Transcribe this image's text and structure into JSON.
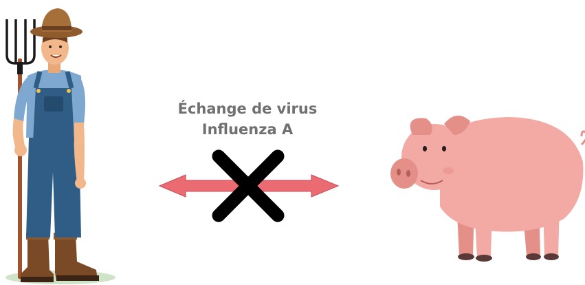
{
  "caption": {
    "line1": "Échange de virus",
    "line2": "Influenza A"
  },
  "colors": {
    "arrow": "#ea6b72",
    "arrow_outline": "#c94a55",
    "cross": "#000000",
    "text": "#707070",
    "pig_body": "#f3aaa4",
    "pig_shade": "#e58f89",
    "overalls": "#2f5d86",
    "shirt": "#7fa8d1",
    "hat": "#a66f3a"
  },
  "icons": {
    "left": "farmer-illustration",
    "center": "bidirectional-arrow-crossed",
    "right": "pig-illustration"
  }
}
